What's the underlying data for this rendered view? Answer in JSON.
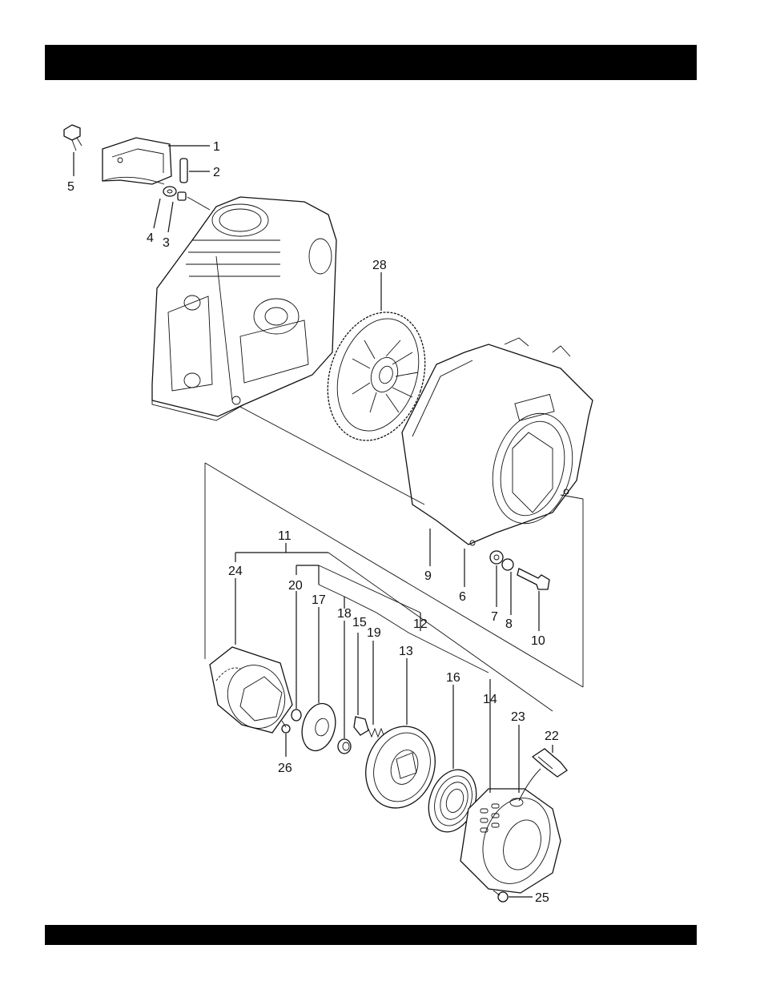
{
  "header_bar": {
    "text": ""
  },
  "footer_bar": {
    "text": ""
  },
  "callouts": {
    "c1": "1",
    "c2": "2",
    "c3": "3",
    "c4": "4",
    "c5": "5",
    "c6": "6",
    "c7": "7",
    "c8": "8",
    "c9": "9",
    "c10": "10",
    "c11": "11",
    "c12": "12",
    "c13": "13",
    "c14": "14",
    "c15": "15",
    "c16": "16",
    "c17": "17",
    "c18": "18",
    "c19": "19",
    "c20": "20",
    "c22": "22",
    "c23": "23",
    "c24": "24",
    "c25": "25",
    "c26": "26",
    "c28": "28"
  },
  "colors": {
    "ink": "#111111",
    "bar": "#000000",
    "paper": "#ffffff"
  }
}
